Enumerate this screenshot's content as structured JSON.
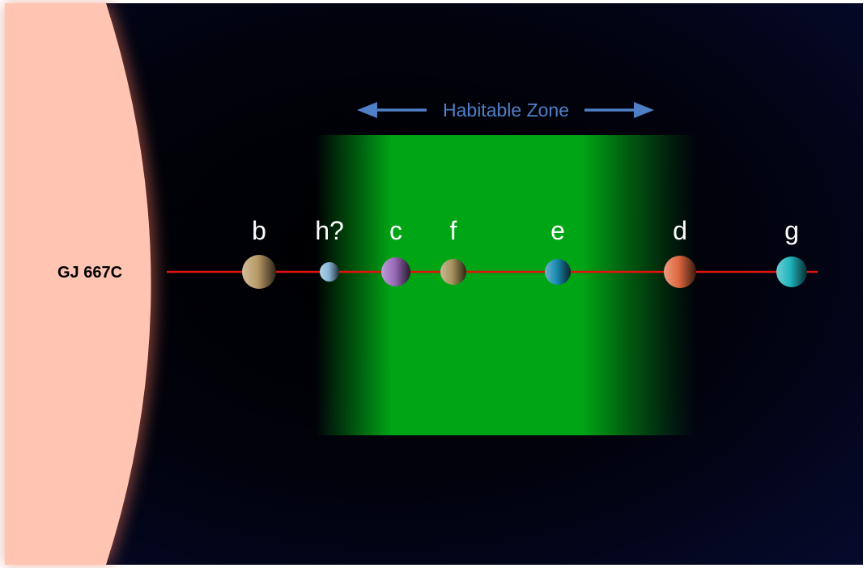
{
  "star": {
    "label": "GJ 667C",
    "color": "#ffc4b2"
  },
  "habitable_zone": {
    "label": "Habitable Zone",
    "zone_color": "#00a515",
    "arrow_color": "#4f7fc7"
  },
  "orbit_line_color": "#e0140f",
  "planets": [
    {
      "label": "b",
      "color": "#b89a66"
    },
    {
      "label": "h?",
      "color": "#8ab8d8"
    },
    {
      "label": "c",
      "color": "#9a6ab8"
    },
    {
      "label": "f",
      "color": "#a8925c"
    },
    {
      "label": "e",
      "color": "#1a8ab0"
    },
    {
      "label": "d",
      "color": "#e0683e"
    },
    {
      "label": "g",
      "color": "#20b4bc"
    }
  ]
}
